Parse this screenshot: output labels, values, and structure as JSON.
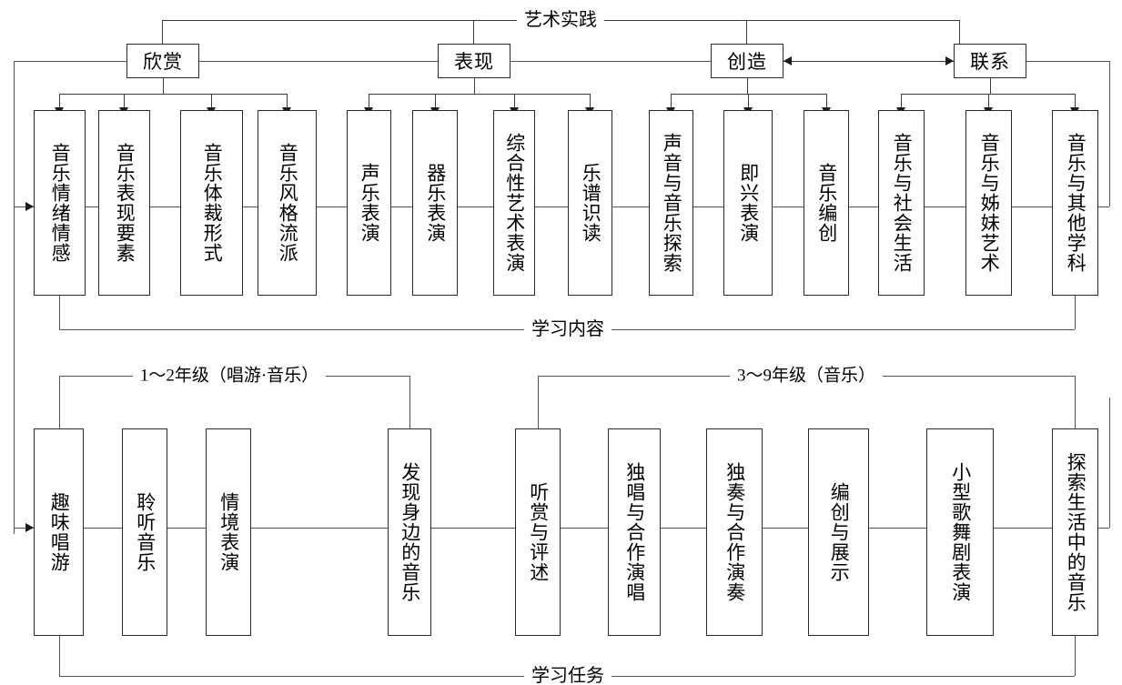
{
  "diagram": {
    "title": "艺术实践",
    "top_label": "艺术实践",
    "mid_label": "学习内容",
    "bottom_label": "学习任务",
    "grade_labels": {
      "lower": "1～2年级（唱游·音乐）",
      "upper": "3～9年级（音乐）"
    },
    "domains": [
      {
        "id": "appreciate",
        "label": "欣赏"
      },
      {
        "id": "express",
        "label": "表现"
      },
      {
        "id": "create",
        "label": "创造"
      },
      {
        "id": "connect",
        "label": "联系"
      }
    ],
    "content_boxes": [
      {
        "group": "appreciate",
        "label": "音乐情绪情感"
      },
      {
        "group": "appreciate",
        "label": "音乐表现要素"
      },
      {
        "group": "appreciate",
        "label": "音乐体裁形式"
      },
      {
        "group": "appreciate",
        "label": "音乐风格流派"
      },
      {
        "group": "express",
        "label": "声乐表演"
      },
      {
        "group": "express",
        "label": "器乐表演"
      },
      {
        "group": "express",
        "label": "综合性艺术表演"
      },
      {
        "group": "express",
        "label": "乐谱识读"
      },
      {
        "group": "create",
        "label": "声音与音乐探索"
      },
      {
        "group": "create",
        "label": "即兴表演"
      },
      {
        "group": "create",
        "label": "音乐编创"
      },
      {
        "group": "connect",
        "label": "音乐与社会生活"
      },
      {
        "group": "connect",
        "label": "音乐与姊妹艺术"
      },
      {
        "group": "connect",
        "label": "音乐与其他学科"
      }
    ],
    "task_boxes": [
      {
        "stage": "lower",
        "label": "趣味唱游"
      },
      {
        "stage": "lower",
        "label": "聆听音乐"
      },
      {
        "stage": "lower",
        "label": "情境表演"
      },
      {
        "stage": "lower",
        "label": "发现身边的音乐"
      },
      {
        "stage": "upper",
        "label": "听赏与评述"
      },
      {
        "stage": "upper",
        "label": "独唱与合作演唱"
      },
      {
        "stage": "upper",
        "label": "独奏与合作演奏"
      },
      {
        "stage": "upper",
        "label": "编创与展示"
      },
      {
        "stage": "upper",
        "label": "小型歌舞剧表演"
      },
      {
        "stage": "upper",
        "label": "探索生活中的音乐"
      }
    ],
    "colors": {
      "line": "#3a3a3a",
      "box_border": "#2a2a2a",
      "text": "#000000",
      "background": "#ffffff"
    }
  }
}
